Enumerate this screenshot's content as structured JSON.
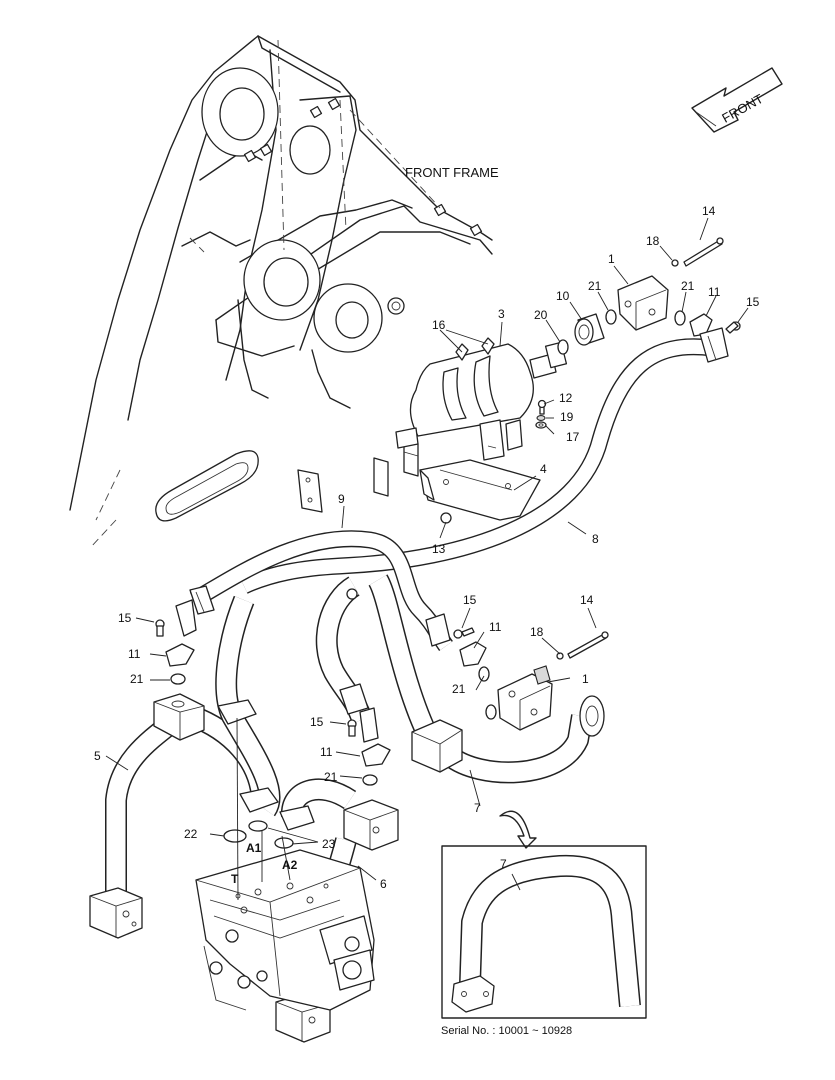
{
  "labels": {
    "front_arrow": "FRONT",
    "front_frame": "FRONT FRAME",
    "serial": "Serial No. : 10001 ~ 10928"
  },
  "ports": {
    "t": "T",
    "a1": "A1",
    "a2": "A2"
  },
  "callouts": {
    "p1": "1",
    "p3": "3",
    "p4": "4",
    "p5": "5",
    "p6": "6",
    "p7": "7",
    "p8": "8",
    "p9": "9",
    "p10": "10",
    "p11": "11",
    "p12": "12",
    "p13": "13",
    "p14": "14",
    "p15": "15",
    "p16": "16",
    "p17": "17",
    "p18": "18",
    "p19": "19",
    "p20": "20",
    "p21": "21",
    "p22": "22",
    "p23": "23"
  }
}
